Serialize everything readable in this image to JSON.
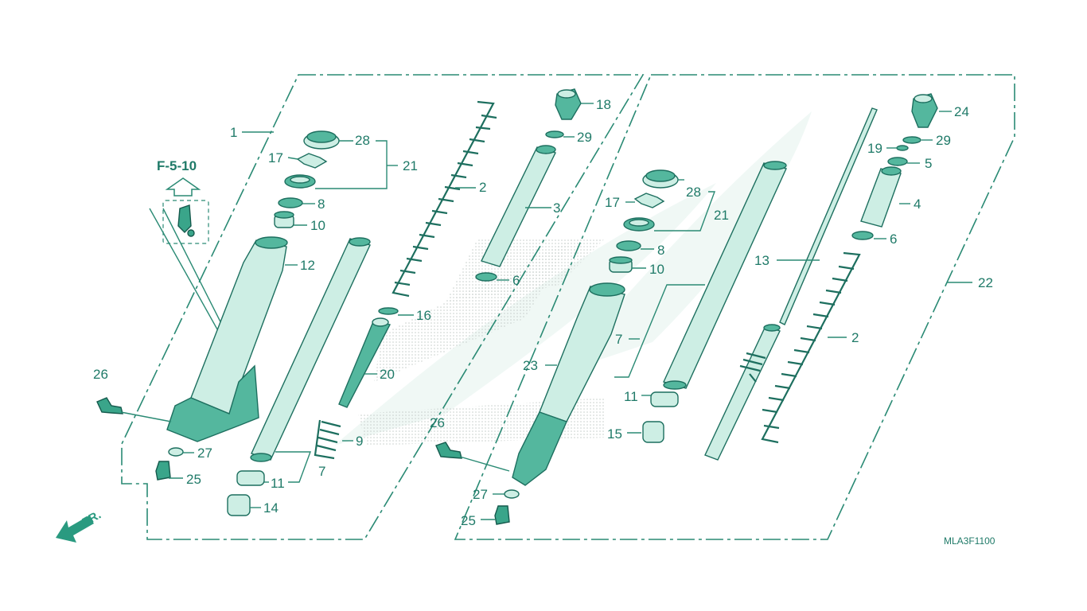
{
  "diagram": {
    "reference": "F-5-10",
    "code": "MLA3F1100",
    "direction": "FR.",
    "callouts_left": {
      "c1": "1",
      "c28": "28",
      "c17": "17",
      "c21": "21",
      "c8": "8",
      "c10": "10",
      "c12": "12",
      "c2": "2",
      "c3": "3",
      "c18": "18",
      "c29": "29",
      "c6": "6",
      "c16": "16",
      "c20": "20",
      "c9": "9",
      "c26": "26",
      "c27": "27",
      "c25": "25",
      "c11": "11",
      "c7": "7",
      "c14": "14"
    },
    "callouts_right": {
      "c28": "28",
      "c17": "17",
      "c21": "21",
      "c8": "8",
      "c10": "10",
      "c23": "23",
      "c7": "7",
      "c11": "11",
      "c15": "15",
      "c26": "26",
      "c27": "27",
      "c25": "25",
      "c13": "13",
      "c24": "24",
      "c19": "19",
      "c29": "29",
      "c5": "5",
      "c4": "4",
      "c6": "6",
      "c22": "22",
      "c2": "2"
    }
  },
  "colors": {
    "accent": "#2a8a74",
    "fill": "#54b79e",
    "light": "#cdeee4",
    "watermark": "#e4f3ee"
  }
}
